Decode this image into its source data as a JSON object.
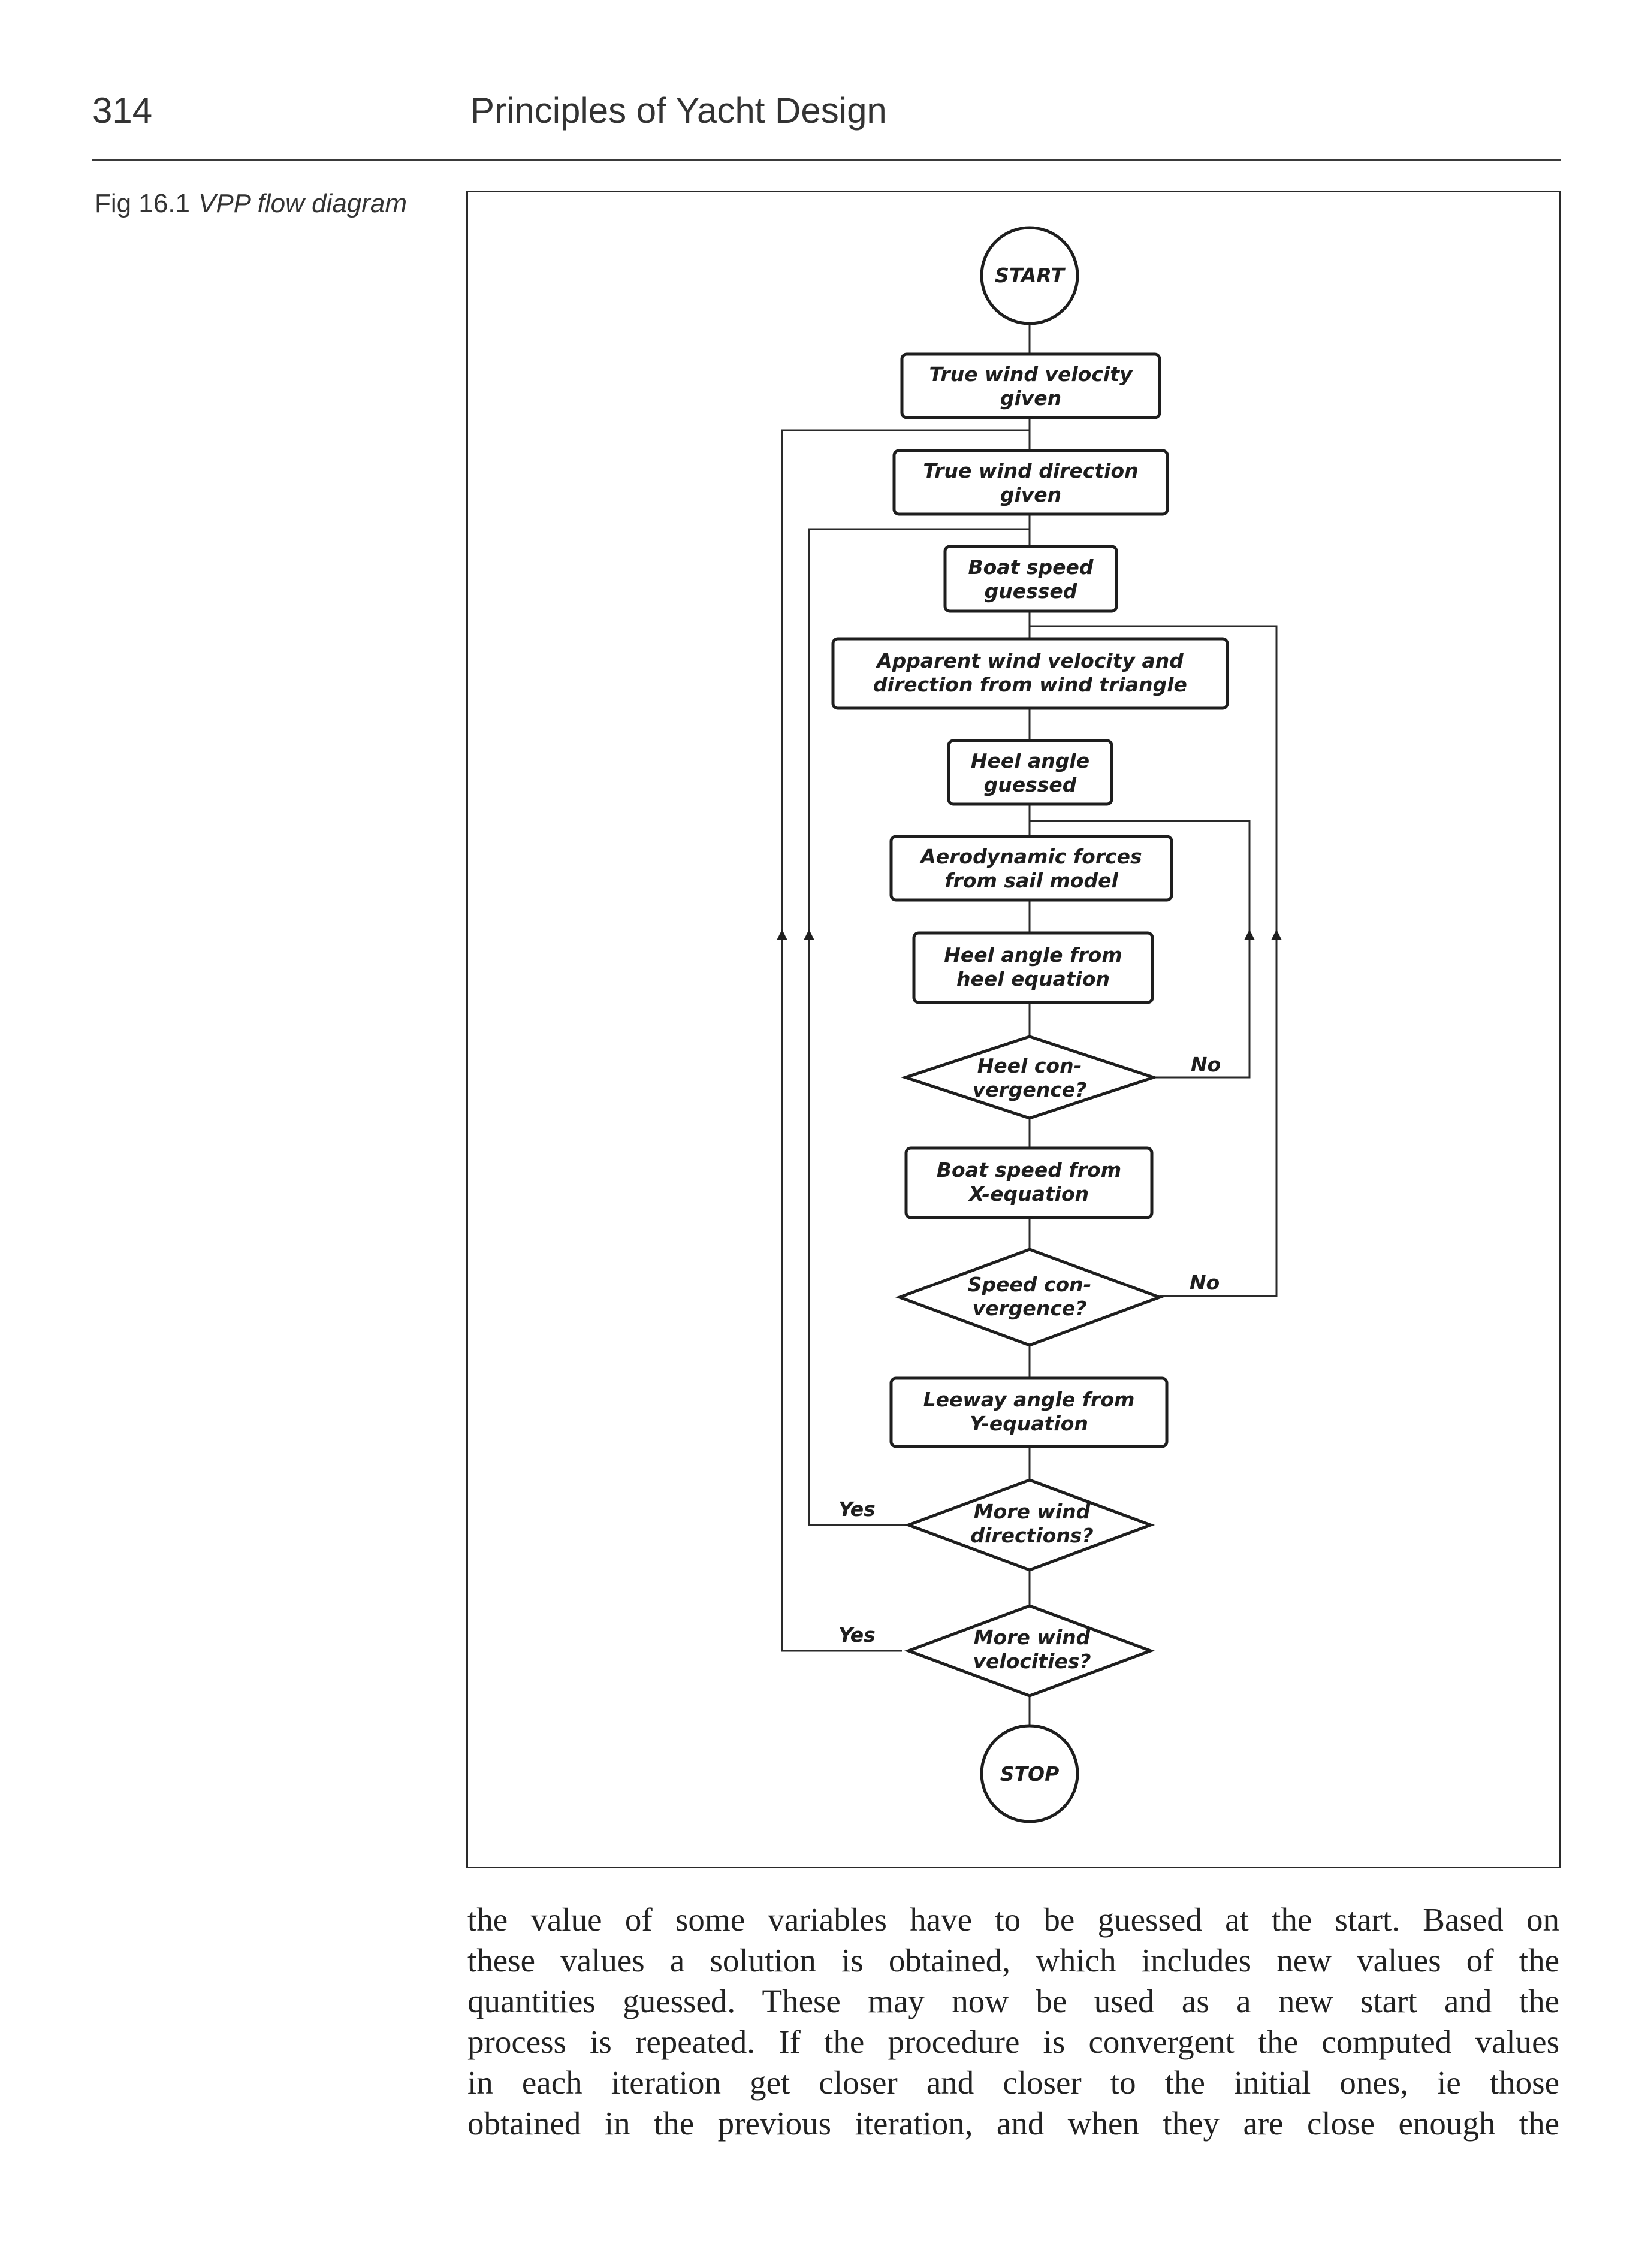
{
  "header": {
    "page_number": "314",
    "running_title": "Principles of Yacht Design"
  },
  "figure": {
    "label": "Fig 16.1",
    "title": "VPP flow diagram",
    "nodes": {
      "start": "START",
      "true_wind_velocity": [
        "True wind velocity",
        "given"
      ],
      "true_wind_direction": [
        "True wind direction",
        "given"
      ],
      "boat_speed_guessed": [
        "Boat speed",
        "guessed"
      ],
      "apparent_wind": [
        "Apparent wind velocity and",
        "direction from wind triangle"
      ],
      "heel_guessed": [
        "Heel angle",
        "guessed"
      ],
      "aero_forces": [
        "Aerodynamic forces",
        "from sail model"
      ],
      "heel_from_equation": [
        "Heel angle from",
        "heel equation"
      ],
      "heel_convergence": [
        "Heel con-",
        "vergence?"
      ],
      "boat_speed_from_x": [
        "Boat speed from",
        "X-equation"
      ],
      "speed_convergence": [
        "Speed con-",
        "vergence?"
      ],
      "leeway_from_y": [
        "Leeway angle from",
        "Y-equation"
      ],
      "more_directions": [
        "More wind",
        "directions?"
      ],
      "more_velocities": [
        "More wind",
        "velocities?"
      ],
      "stop": "STOP"
    },
    "branch_labels": {
      "heel_no": "No",
      "speed_no": "No",
      "directions_yes": "Yes",
      "velocities_yes": "Yes"
    }
  },
  "body_text": {
    "lines": [
      "the value of some variables have to be guessed at the start. Based on",
      "these values a solution is obtained, which includes new values of the",
      "quantities guessed. These may now be used as a new start and the",
      "process is repeated. If the procedure is convergent the computed values",
      "in each iteration get closer and closer to the initial ones, ie those",
      "obtained in the previous iteration, and when they are close enough the"
    ]
  }
}
